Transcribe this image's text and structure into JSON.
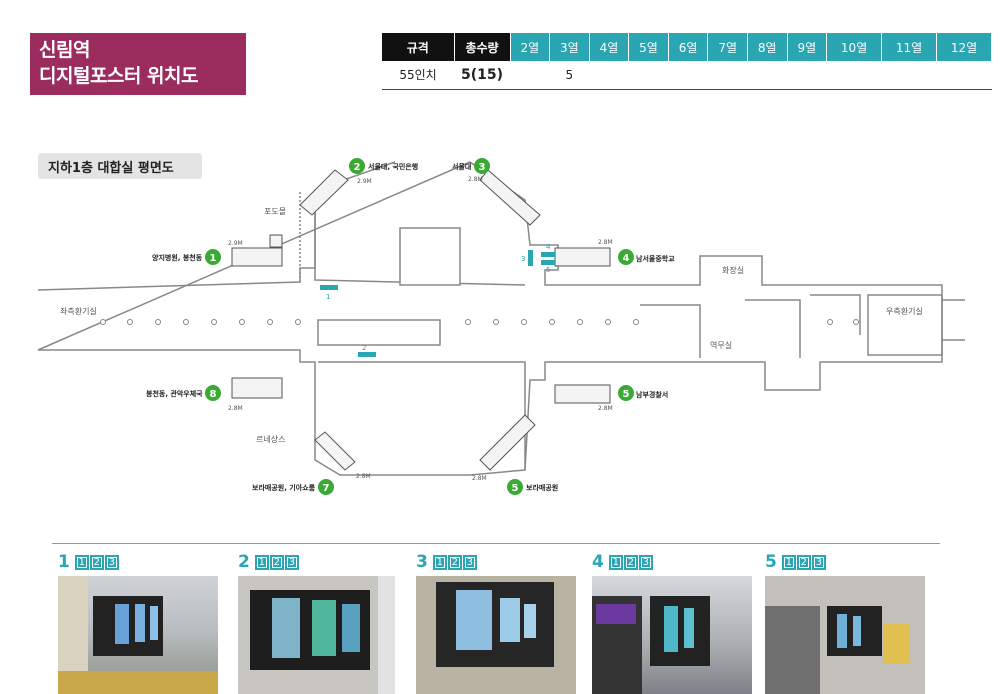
{
  "header": {
    "title_line1": "신림역",
    "title_line2": "디지털포스터 위치도"
  },
  "spec_table": {
    "headers": [
      "규격",
      "총수량",
      "2열",
      "3열",
      "4열",
      "5열",
      "6열",
      "7열",
      "8열",
      "9열",
      "10열",
      "11열",
      "12열"
    ],
    "row": [
      "55인치",
      "5(15)",
      "",
      "5",
      "",
      "",
      "",
      "",
      "",
      "",
      "",
      "",
      ""
    ]
  },
  "floorplan": {
    "title": "지하1층 대합실 평면도",
    "exits": [
      {
        "num": "1",
        "label": "양지병원, 봉천동"
      },
      {
        "num": "2",
        "label": "서울대, 국민은행"
      },
      {
        "num": "3",
        "label": "서울대"
      },
      {
        "num": "4",
        "label": "남서울중학교"
      },
      {
        "num": "5",
        "label": "남부경찰서"
      },
      {
        "num": "5",
        "label": "보라매공원"
      },
      {
        "num": "7",
        "label": "보라매공원, 기아쇼룸"
      },
      {
        "num": "8",
        "label": "봉천동, 관악우체국"
      }
    ],
    "widths": [
      "2.9M",
      "2.9M",
      "2.8M",
      "2.8M",
      "2.8M",
      "2.8M",
      "2.8M",
      "2.8M"
    ],
    "rooms": {
      "left_lobby": "좌측환기실",
      "right_lobby": "우측환기실",
      "office": "역무실",
      "restroom": "화장실",
      "podomol": "포도몰",
      "thesharp": "르네상스"
    },
    "markers": [
      "1",
      "2",
      "3",
      "4",
      "5"
    ]
  },
  "photos": [
    {
      "num": "1",
      "boxes": [
        "1",
        "2",
        "3"
      ]
    },
    {
      "num": "2",
      "boxes": [
        "1",
        "2",
        "3"
      ]
    },
    {
      "num": "3",
      "boxes": [
        "1",
        "2",
        "3"
      ]
    },
    {
      "num": "4",
      "boxes": [
        "1",
        "2",
        "3"
      ]
    },
    {
      "num": "5",
      "boxes": [
        "1",
        "2",
        "3"
      ]
    }
  ],
  "colors": {
    "brand": "#9b2d5e",
    "teal": "#2aa6b3",
    "exit_green": "#3aaa35"
  }
}
